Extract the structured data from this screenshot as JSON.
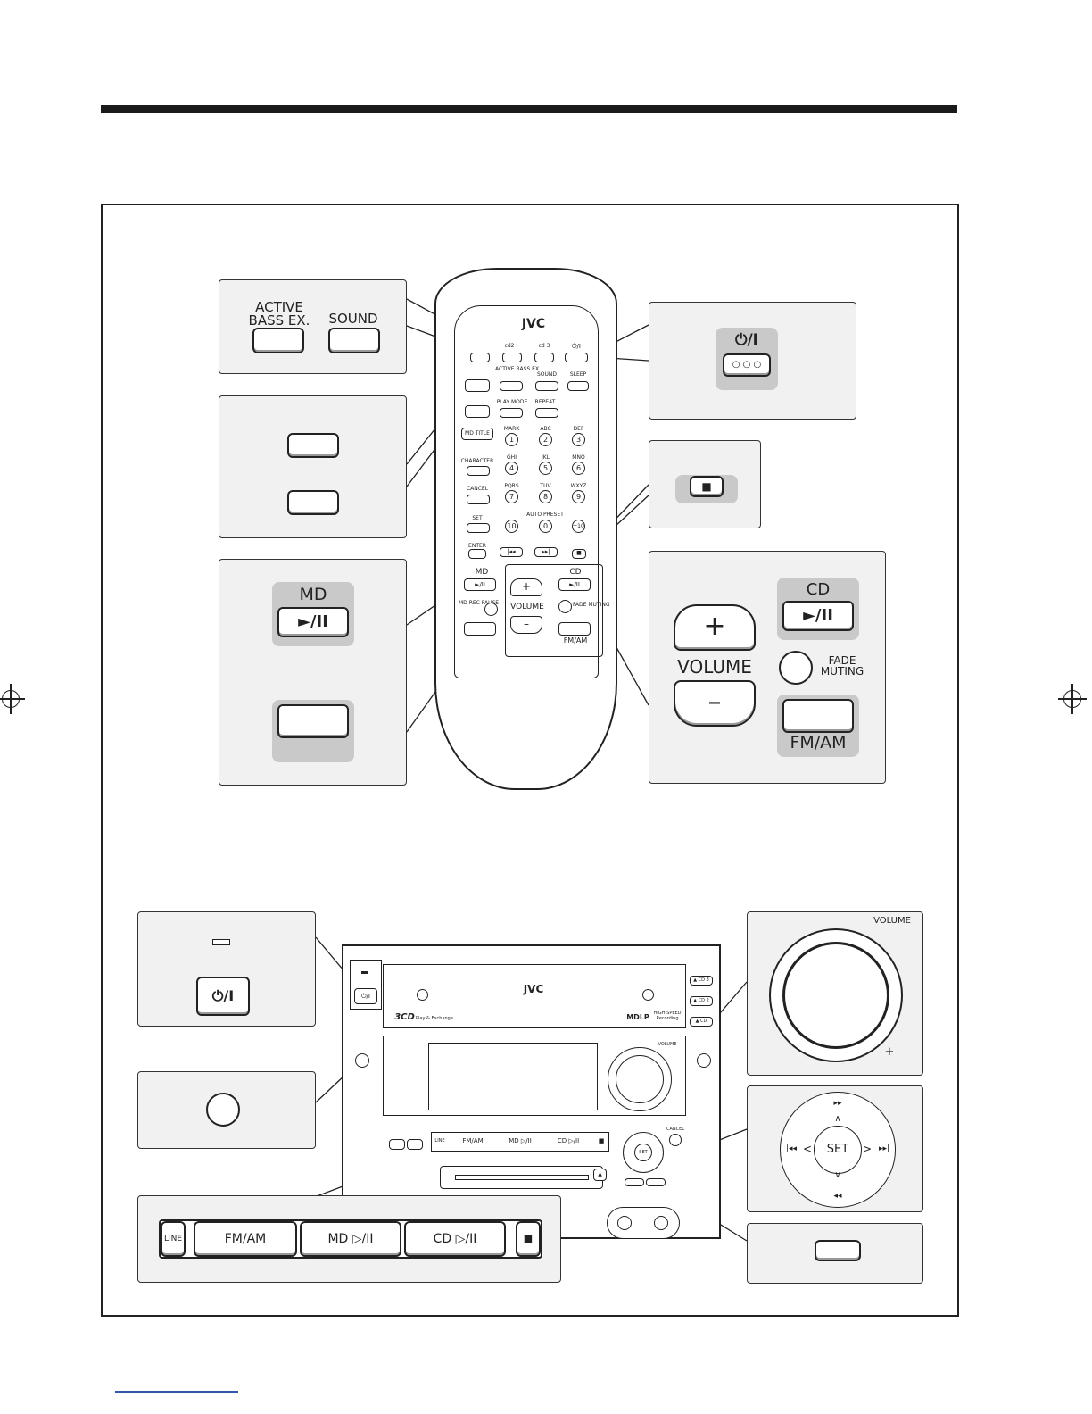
{
  "remote": {
    "brand": "JVC",
    "row1": [
      "cd2",
      "cd 3"
    ],
    "power": "⏻/I",
    "active_bass": "ACTIVE BASS EX.",
    "sound": "SOUND",
    "sleep": "SLEEP",
    "play_mode": "PLAY MODE",
    "repeat": "REPEAT",
    "md_title": "MD TITLE",
    "character": "CHARACTER",
    "cancel": "CANCEL",
    "set": "SET",
    "enter": "ENTER",
    "auto_preset": "AUTO PRESET",
    "keys": [
      {
        "letters": "MARK",
        "num": "1"
      },
      {
        "letters": "ABC",
        "num": "2"
      },
      {
        "letters": "DEF",
        "num": "3"
      },
      {
        "letters": "GHI",
        "num": "4"
      },
      {
        "letters": "JKL",
        "num": "5"
      },
      {
        "letters": "MNO",
        "num": "6"
      },
      {
        "letters": "PQRS",
        "num": "7"
      },
      {
        "letters": "TUV",
        "num": "8"
      },
      {
        "letters": "WXYZ",
        "num": "9"
      },
      {
        "letters": "",
        "num": "10"
      },
      {
        "letters": "",
        "num": "0"
      },
      {
        "letters": "",
        "num": "+10"
      }
    ],
    "md": "MD",
    "md_play": "►/II",
    "md_rec_pause": "MD REC PAUSE",
    "volume": "VOLUME",
    "cd": "CD",
    "cd_play": "►/II",
    "fade_muting": "FADE MUTING",
    "fm_am": "FM/AM"
  },
  "callouts": {
    "active_bass": "ACTIVE BASS EX.",
    "sound": "SOUND",
    "power": "⏻/I",
    "power_dots": "○ ○ ○",
    "stop": "■",
    "md_title": "MD",
    "md_play": "►/II",
    "volume": "VOLUME",
    "cd_title": "CD",
    "cd_play": "►/II",
    "fade": "FADE",
    "muting": "MUTING",
    "fm_am": "FM/AM"
  },
  "unit": {
    "brand": "JVC",
    "cd_label": "3CD",
    "cd_sub": "Play & Exchange",
    "mdlp": "MDLP",
    "high_speed": "HIGH-SPEED Recording",
    "cd3": "▲ CD 3",
    "cd2": "▲ CD 2",
    "cd1": "▲ CD",
    "volume": "VOLUME",
    "cancel": "CANCEL",
    "line": "LINE",
    "fm_am": "FM/AM",
    "md_play": "MD ▷/II",
    "cd_play": "CD ▷/II",
    "set": "SET"
  },
  "unit_callouts": {
    "power": "⏻/I",
    "volume": "VOLUME",
    "minus": "–",
    "plus": "+",
    "set": "SET",
    "line": "LINE",
    "fm_am": "FM/AM",
    "md_play": "MD ▷/II",
    "cd_play": "CD ▷/II",
    "stop": "■"
  }
}
